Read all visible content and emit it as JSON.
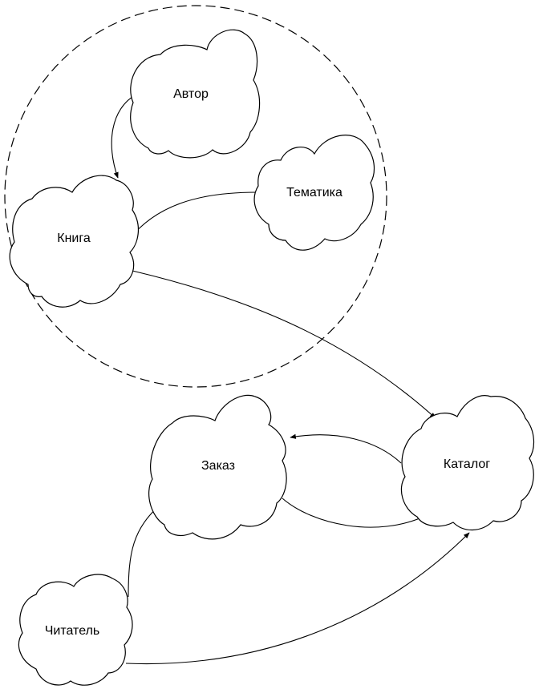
{
  "nodes": [
    {
      "id": "avtor",
      "label": "Автор"
    },
    {
      "id": "tematika",
      "label": "Тематика"
    },
    {
      "id": "kniga",
      "label": "Книга"
    },
    {
      "id": "zakaz",
      "label": "Заказ"
    },
    {
      "id": "katalog",
      "label": "Каталог"
    },
    {
      "id": "chitatel",
      "label": "Читатель"
    }
  ],
  "edges": [
    {
      "from": "Автор",
      "to": "Книга"
    },
    {
      "from": "Тематика",
      "to": "Книга"
    },
    {
      "from": "Книга",
      "to": "Каталог"
    },
    {
      "from": "Каталог",
      "to": "Заказ"
    },
    {
      "from": "Заказ",
      "to": "Каталог"
    },
    {
      "from": "Читатель",
      "to": "Заказ"
    },
    {
      "from": "Читатель",
      "to": "Каталог"
    }
  ],
  "groups": [
    {
      "members": [
        "Автор",
        "Тематика",
        "Книга"
      ],
      "style": "dashed-circle"
    }
  ]
}
